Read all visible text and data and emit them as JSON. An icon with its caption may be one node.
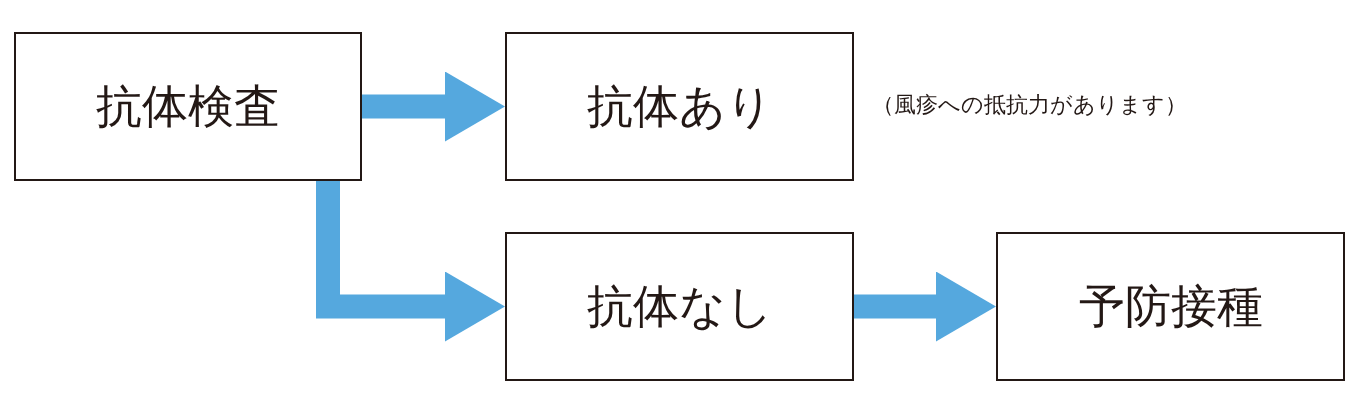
{
  "diagram": {
    "nodes": [
      {
        "text": [
          "抗体検査"
        ]
      },
      {
        "text": [
          "抗体あり"
        ],
        "beside": [
          "（風疹への抵抗力があります）"
        ]
      },
      {
        "text": [
          "抗体なし"
        ]
      },
      {
        "text": [
          "予防接種"
        ]
      }
    ],
    "edges": [
      {
        "from": 0,
        "to": 1,
        "arrow": "to"
      },
      {
        "from": 0,
        "to": 2,
        "arrow": "to"
      },
      {
        "from": 2,
        "to": 3,
        "arrow": "to"
      }
    ]
  }
}
